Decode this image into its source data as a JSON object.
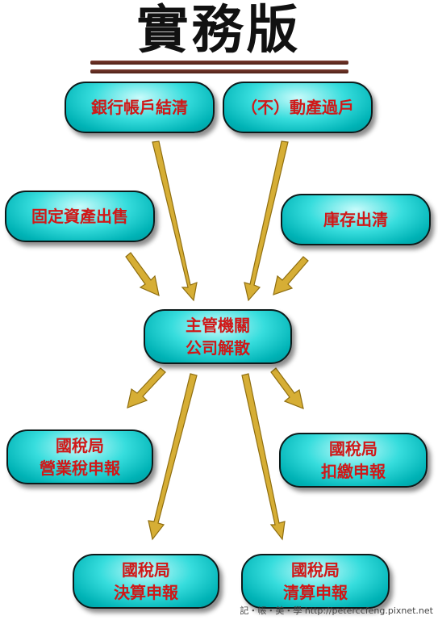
{
  "title": "實務版",
  "nodes": {
    "bank": "銀行帳戶結清",
    "realty": "（不）動產過戶",
    "fixed_assets": "固定資產出售",
    "inventory": "庫存出清",
    "authority_line1": "主管機關",
    "authority_line2": "公司解散",
    "vat_line1": "國稅局",
    "vat_line2": "營業稅申報",
    "withholding_line1": "國稅局",
    "withholding_line2": "扣繳申報",
    "final_line1": "國稅局",
    "final_line2": "決算申報",
    "liquidation_line1": "國稅局",
    "liquidation_line2": "清算申報"
  },
  "footer": "記・帳・美・學 http://peterccfeng.pixnet.net",
  "colors": {
    "node_fill": "#37dddd",
    "node_text": "#d01818",
    "arrow": "#c8a32a",
    "underline": "#6b2f24"
  }
}
